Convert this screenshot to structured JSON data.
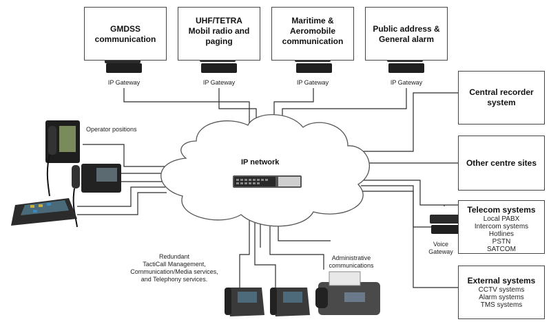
{
  "top_systems": [
    {
      "title": "GMDSS\ncommunication",
      "gateway": "IP Gateway"
    },
    {
      "title": "UHF/TETRA\nMobil radio and\npaging",
      "gateway": "IP Gateway"
    },
    {
      "title": "Maritime &\nAeromobile\ncommunication",
      "gateway": "IP Gateway"
    },
    {
      "title": "Public address &\nGeneral alarm",
      "gateway": "IP Gateway"
    }
  ],
  "right_systems": {
    "central_recorder": "Central recorder\nsystem",
    "other_sites": "Other centre sites",
    "telecom": {
      "title": "Telecom systems",
      "items": [
        "Local PABX",
        "Intercom systems",
        "Hotlines",
        "PSTN",
        "SATCOM"
      ]
    },
    "external": {
      "title": "External systems",
      "items": [
        "CCTV systems",
        "Alarm systems",
        "TMS systems"
      ]
    }
  },
  "center": {
    "label": "IP network"
  },
  "labels": {
    "operator_positions": "Operator positions",
    "voice_gateway": "Voice\nGateway",
    "redundant": "Redundant\nTactiCall Management,\nCommunication/Media services,\nand Telephony services.",
    "administrative": "Administrative\ncommunications"
  },
  "colors": {
    "line": "#2a2a2a",
    "cloud_fill": "#ffffff",
    "cloud_stroke": "#555555",
    "device": "#222222"
  }
}
